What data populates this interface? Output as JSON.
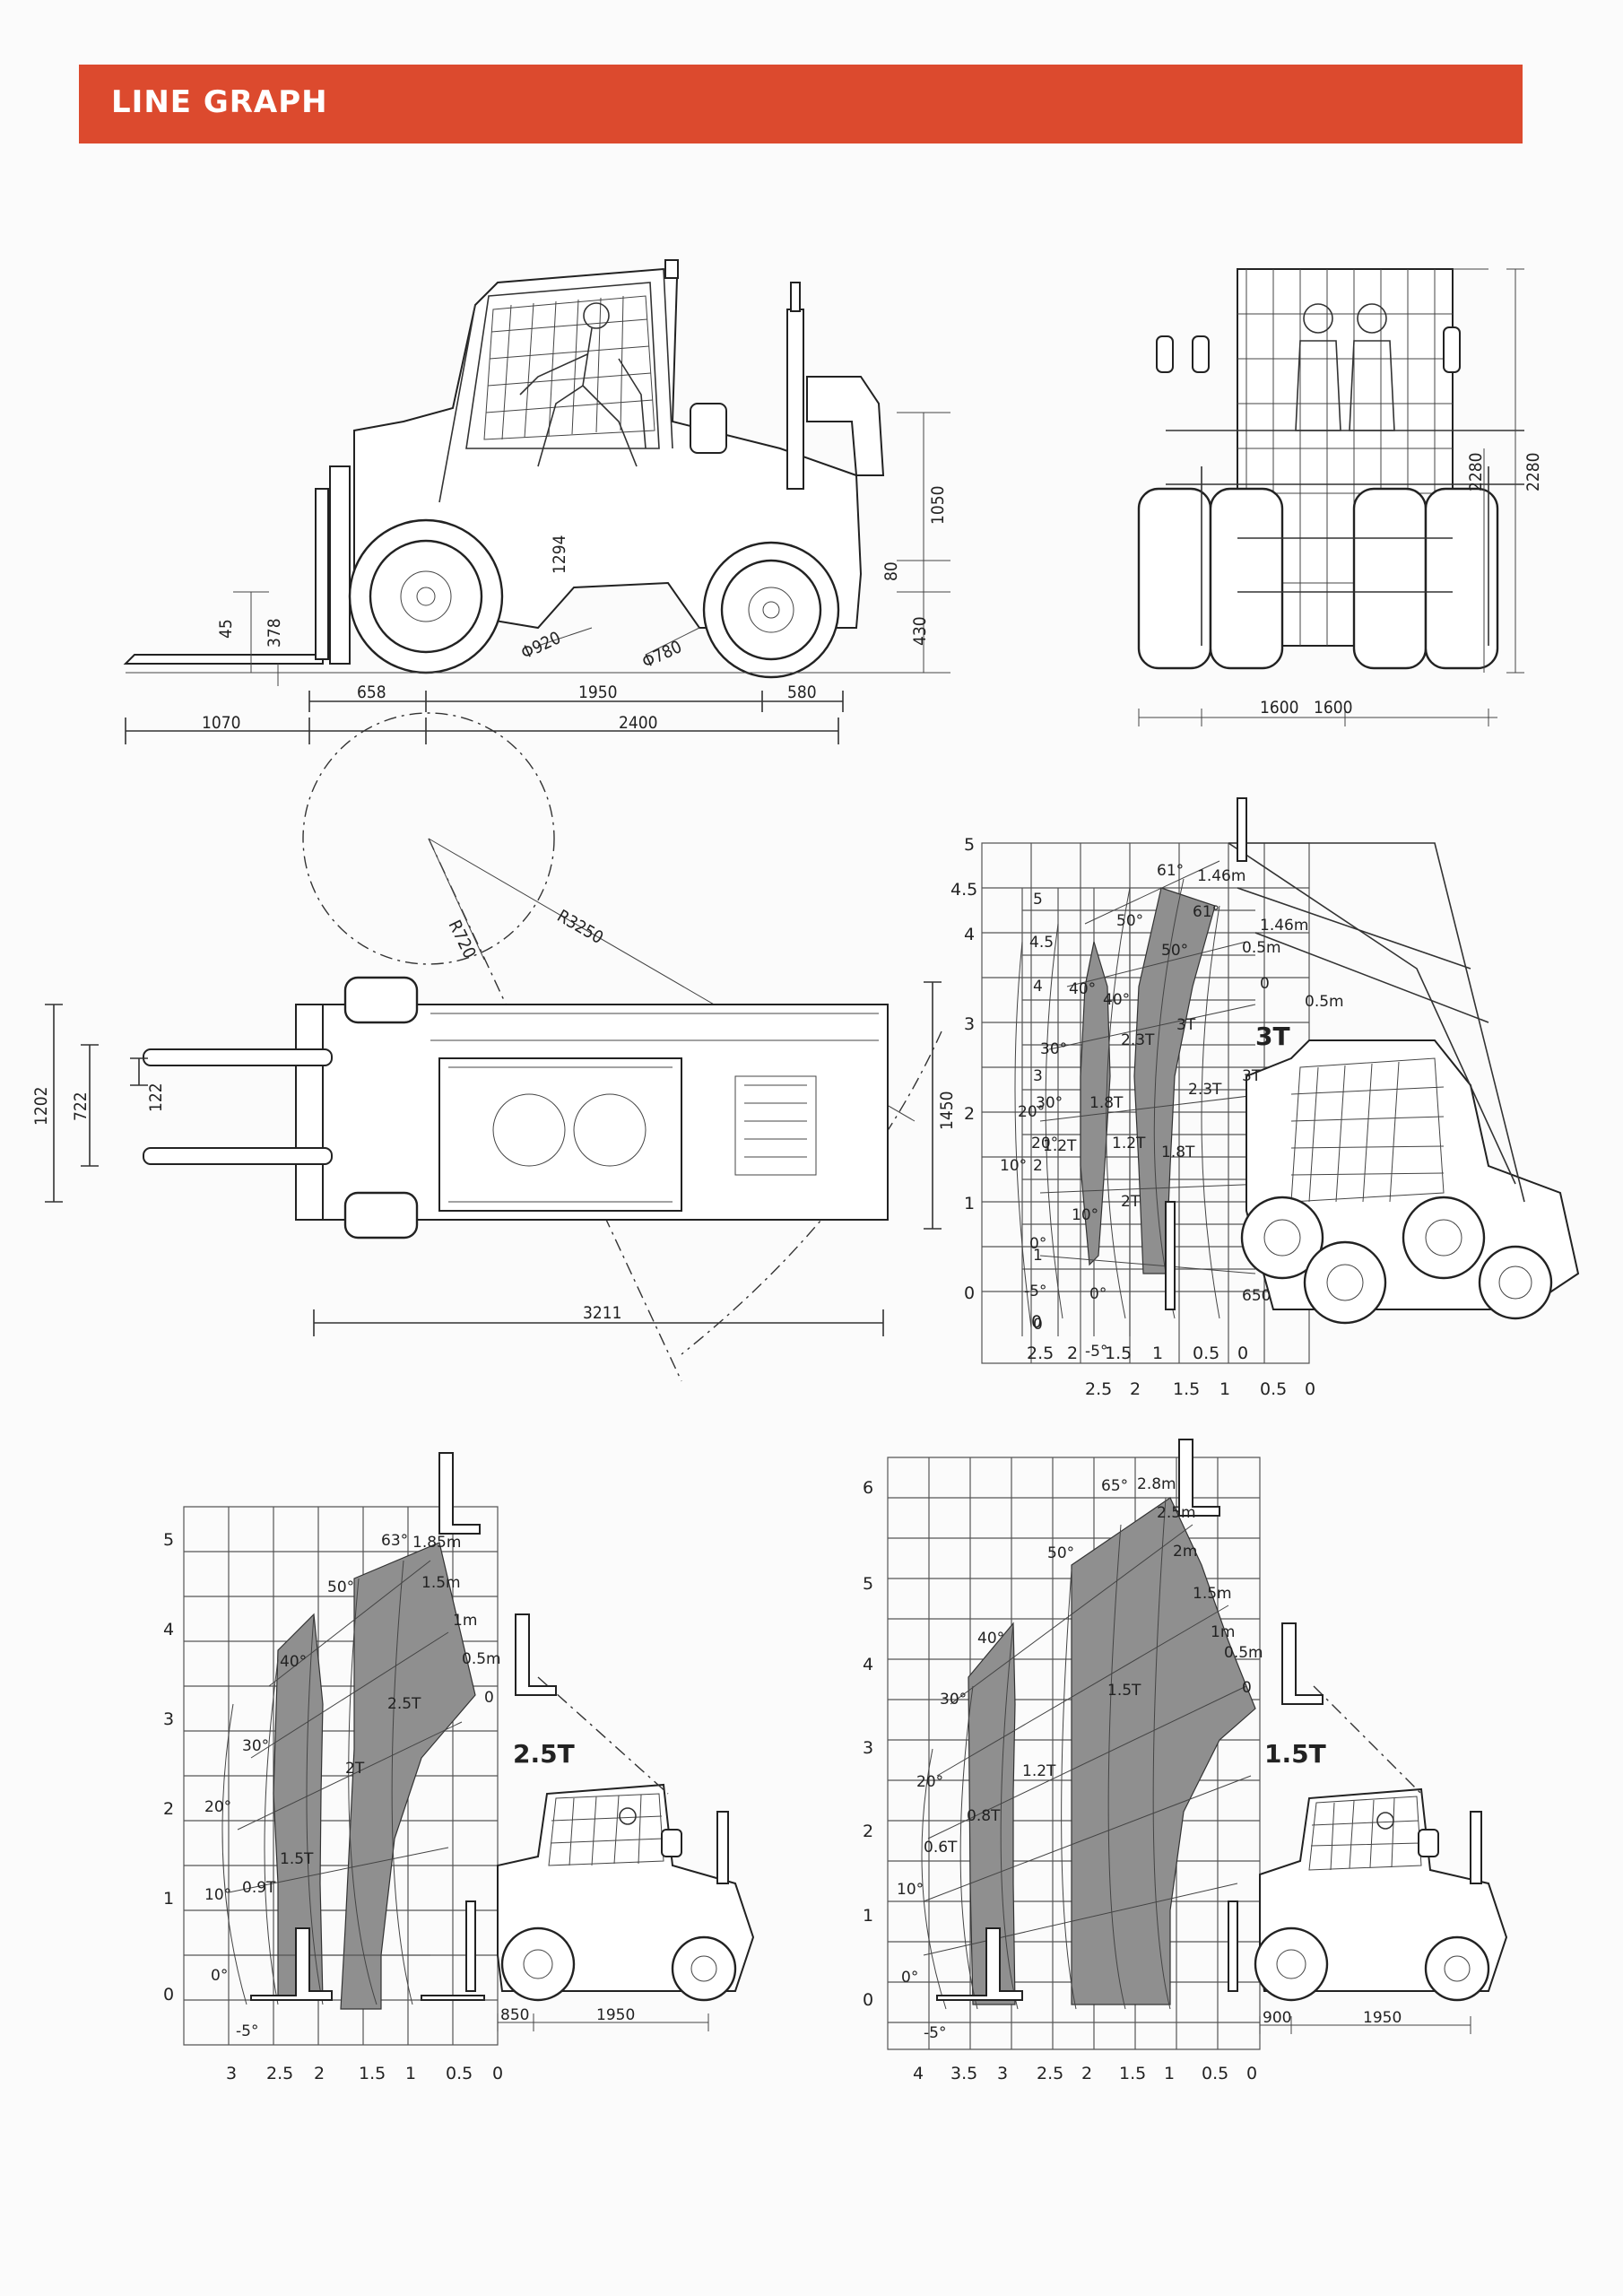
{
  "header": {
    "title": "LINE GRAPH"
  },
  "colors": {
    "header_bar": "#dc4a2e",
    "load_zone": "#8f8f8f"
  },
  "side_view": {
    "dims": {
      "fork_drop": "45",
      "fork_height": "378",
      "cab_height": "1294",
      "rear_wheel": "Φ780",
      "front_wheel": "Φ920",
      "upper_height": "1050",
      "mid_height": "80",
      "clearance": "430",
      "front_overhang": "658",
      "wheelbase": "1950",
      "rear_overhang": "580",
      "fork_length": "1070",
      "length_to_face": "2400"
    }
  },
  "front_view": {
    "dims": {
      "tread_left": "1600",
      "tread_right": "1600",
      "mast_height": "2280",
      "overall_height": "2280"
    }
  },
  "top_view": {
    "dims": {
      "inner_radius": "R720",
      "outer_radius": "R3250",
      "fork_spread": "1202",
      "carriage_width": "722",
      "fork_width": "122",
      "overall_width": "1450",
      "overall_length": "3211"
    }
  },
  "chart_3t": {
    "capacity": "3T",
    "y_ticks": [
      "5",
      "4.5",
      "4",
      "3",
      "2",
      "1",
      "0"
    ],
    "x_ticks_outer": [
      "2.5",
      "2",
      "1.5",
      "1",
      "0.5",
      "0"
    ],
    "x_ticks_inner": [
      "2.5",
      "2",
      "1.5",
      "1",
      "0.5",
      "0"
    ],
    "x_ticks_inner_left": [
      "0"
    ],
    "y_ticks_inner": [
      "5",
      "4.5",
      "4",
      "3",
      "2",
      "1",
      "0"
    ],
    "angles": [
      "61°",
      "50°",
      "40°",
      "30°",
      "20°",
      "10°",
      "0°",
      "-5°"
    ],
    "angles_inner": [
      "61°",
      "50°",
      "40°",
      "30°",
      "20°",
      "10°",
      "0°",
      "-5°"
    ],
    "reach_labels": [
      "1.46m",
      "1.46m",
      "0.5m",
      "0.5m",
      "0"
    ],
    "load_labels": [
      "3T",
      "2.3T",
      "3T",
      "2.3T",
      "1.8T",
      "1.8T",
      "1.2T",
      "1.2T",
      "2T"
    ],
    "offset_dims": [
      "650"
    ]
  },
  "chart_25t": {
    "capacity": "2.5T",
    "y_ticks": [
      "5",
      "4",
      "3",
      "2",
      "1",
      "0"
    ],
    "x_ticks": [
      "3",
      "2.5",
      "2",
      "1.5",
      "1",
      "0.5",
      "0"
    ],
    "angles": [
      "63°",
      "50°",
      "40°",
      "30°",
      "20°",
      "10°",
      "0°",
      "-5°"
    ],
    "reach_labels": [
      "1.85m",
      "1.5m",
      "1m",
      "0.5m",
      "0"
    ],
    "load_labels": [
      "2.5T",
      "2T",
      "1.5T",
      "0.9T"
    ],
    "offset_dims": [
      "850",
      "1950"
    ]
  },
  "chart_15t": {
    "capacity": "1.5T",
    "y_ticks": [
      "6",
      "5",
      "4",
      "3",
      "2",
      "1",
      "0"
    ],
    "x_ticks": [
      "4",
      "3.5",
      "3",
      "2.5",
      "2",
      "1.5",
      "1",
      "0.5",
      "0"
    ],
    "angles": [
      "65°",
      "50°",
      "40°",
      "30°",
      "20°",
      "10°",
      "0°",
      "-5°"
    ],
    "reach_labels": [
      "2.8m",
      "2.5m",
      "2m",
      "1.5m",
      "1m",
      "0.5m",
      "0"
    ],
    "load_labels": [
      "1.5T",
      "1.2T",
      "0.8T",
      "0.6T"
    ],
    "offset_dims": [
      "900",
      "1950"
    ]
  }
}
